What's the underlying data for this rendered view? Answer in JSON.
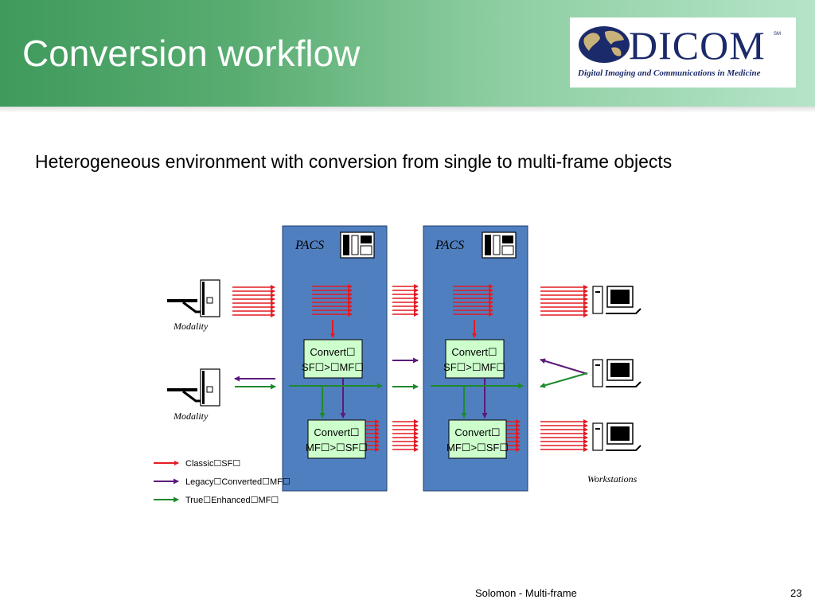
{
  "slide": {
    "title": "Conversion workflow",
    "subtitle": "Heterogeneous environment with conversion from single to multi-frame objects"
  },
  "logo": {
    "name": "DICOM",
    "trademark": "SM",
    "tagline": "Digital Imaging and Communications in Medicine"
  },
  "diagram": {
    "pacs_left": {
      "label": "PACS",
      "icon": "server-icon"
    },
    "pacs_right": {
      "label": "PACS",
      "icon": "server-icon"
    },
    "convert_sf_mf_left": {
      "line1": "Convert☐",
      "line2": "SF☐>☐MF☐"
    },
    "convert_mf_sf_left": {
      "line1": "Convert☐",
      "line2": "MF☐>☐SF☐"
    },
    "convert_sf_mf_right": {
      "line1": "Convert☐",
      "line2": "SF☐>☐MF☐"
    },
    "convert_mf_sf_right": {
      "line1": "Convert☐",
      "line2": "MF☐>☐SF☐"
    },
    "modality_top": "Modality",
    "modality_bottom": "Modality",
    "workstations": "Workstations",
    "legend": [
      {
        "label": "Classic☐SF☐",
        "color": "#e31b23"
      },
      {
        "label": "Legacy☐Converted☐MF☐",
        "color": "#5b1a7a"
      },
      {
        "label": "True☐Enhanced☐MF☐",
        "color": "#1e8a2e"
      }
    ],
    "colors": {
      "pacs_fill": "#4f7fbf",
      "convert_fill": "#ccffcc",
      "classic": "#e31b23",
      "legacy": "#5b1a7a",
      "enhanced": "#1e8a2e"
    }
  },
  "footer": {
    "center": "Solomon - Multi-frame",
    "page": "23"
  }
}
